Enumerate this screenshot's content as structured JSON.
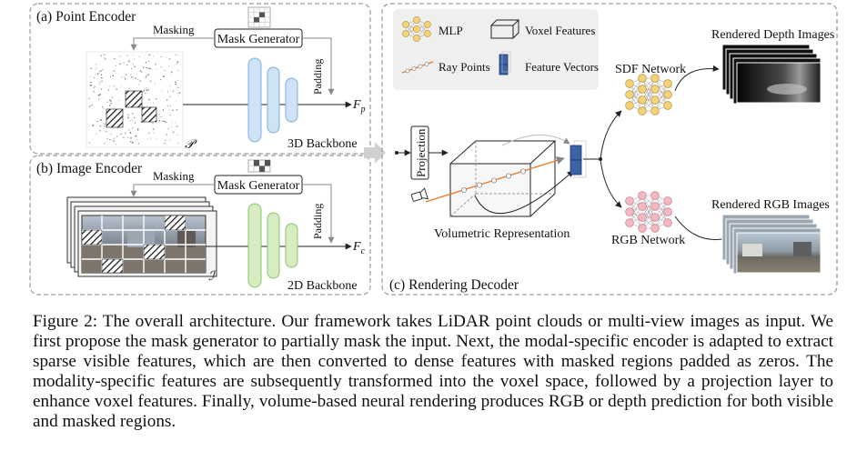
{
  "figure": {
    "point_encoder": {
      "title": "(a) Point Encoder",
      "masking_label": "Masking",
      "mask_generator_label": "Mask Generator",
      "padding_label": "Padding",
      "output_label": "F",
      "output_subscript": "p",
      "input_symbol": "𝒫",
      "backbone_label": "3D Backbone"
    },
    "image_encoder": {
      "title": "(b) Image Encoder",
      "masking_label": "Masking",
      "mask_generator_label": "Mask Generator",
      "padding_label": "Padding",
      "output_label": "F",
      "output_subscript": "c",
      "input_symbol": "ℐ",
      "backbone_label": "2D Backbone"
    },
    "rendering_decoder": {
      "title": "(c) Rendering Decoder",
      "legend": {
        "mlp": "MLP",
        "voxel_features": "Voxel Features",
        "ray_points": "Ray Points",
        "feature_vectors": "Feature Vectors"
      },
      "projection_label": "Projection",
      "volumetric_label": "Volumetric Representation",
      "sdf_network_label": "SDF Network",
      "rgb_network_label": "RGB Network",
      "depth_output_label": "Rendered Depth Images",
      "rgb_output_label": "Rendered RGB Images"
    }
  },
  "caption": {
    "text": "Figure 2: The overall architecture. Our framework takes LiDAR point clouds or multi-view images as input. We first propose the mask generator to partially mask the input. Next, the modal-specific encoder is adapted to extract sparse visible features, which are then converted to dense features with masked regions padded as zeros. The modality-specific features are subsequently transformed into the voxel space, followed by a projection layer to enhance voxel features. Finally, volume-based neural rendering produces RGB or depth prediction for both visible and masked regions."
  },
  "colors": {
    "backbone_3d": "#cfe3f6",
    "backbone_3d_stroke": "#7fb0dc",
    "backbone_2d": "#d8ecc4",
    "backbone_2d_stroke": "#8cc46a",
    "mlp_yellow": "#f3d27a",
    "mlp_pink": "#f3b8c0",
    "ray_orange": "#e8782a",
    "feature_blue": "#3a63a8",
    "legend_bg": "#efefef"
  }
}
